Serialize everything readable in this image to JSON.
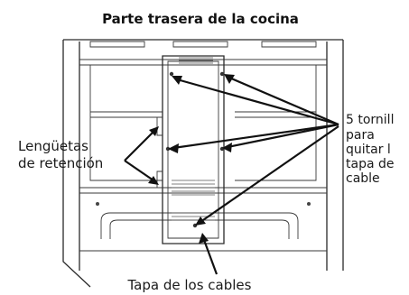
{
  "diagram": {
    "title": "Parte trasera de la cocina",
    "labels": {
      "retention_tabs_line1": "Lengüetas",
      "retention_tabs_line2": "de retención",
      "screws_line1": "5 tornill",
      "screws_line2": "para",
      "screws_line3": "quitar l",
      "screws_line4": "tapa de",
      "screws_line5": "cable",
      "cable_cover": "Tapa de los cables"
    },
    "colors": {
      "ink": "#111111",
      "background": "#ffffff"
    }
  }
}
